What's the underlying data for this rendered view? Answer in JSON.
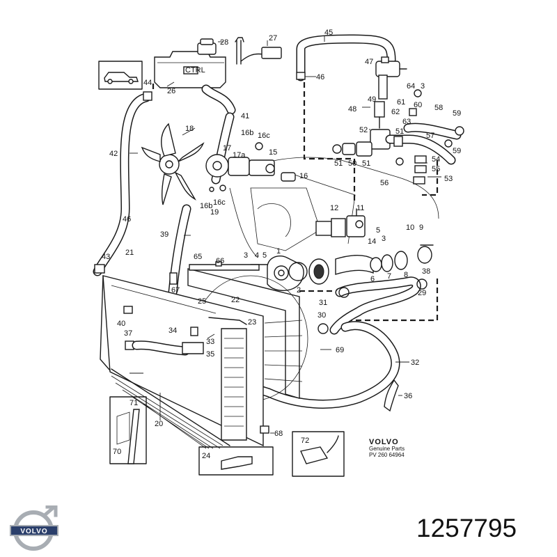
{
  "diagram": {
    "callouts": {
      "c1": "1",
      "c2": "2",
      "c3a": "3",
      "c3b": "3",
      "c3c": "3",
      "c4a": "4",
      "c5a": "5",
      "c5b": "5",
      "c8": "8",
      "c9": "9",
      "c10": "10",
      "c11": "11",
      "c12": "12",
      "c14": "14",
      "c15": "15",
      "c16": "16",
      "c16b": "16b",
      "c16c": "16c",
      "c16c2": "16c",
      "c16b2": "16b",
      "c17": "17",
      "c17a": "17a",
      "c18": "18",
      "c19": "19",
      "c20": "20",
      "c21": "21",
      "c22": "22",
      "c23": "23",
      "c24": "24",
      "c25": "25",
      "c26": "26",
      "c27": "27",
      "c28": "28",
      "c29": "29",
      "c30": "30",
      "c31": "31",
      "c32": "32",
      "c33": "33",
      "c34": "34",
      "c35": "35",
      "c36": "36",
      "c37": "37",
      "c38": "38",
      "c39": "39",
      "c40": "40",
      "c41": "41",
      "c42": "42",
      "c43": "43",
      "c44": "44",
      "c45": "45",
      "c46a": "46",
      "c46b": "46",
      "c47": "47",
      "c48": "48",
      "c49": "49",
      "c50": "50",
      "c51a": "51",
      "c51b": "51",
      "c51c": "51",
      "c52": "52",
      "c53": "53",
      "c54": "54",
      "c55": "55",
      "c56": "56",
      "c57": "57",
      "c58": "58",
      "c59a": "59",
      "c59b": "59",
      "c60": "60",
      "c61": "61",
      "c62": "62",
      "c63": "63",
      "c64": "64",
      "c65": "65",
      "c66": "66",
      "c67": "67",
      "c68": "68",
      "c69": "69",
      "c70": "70",
      "c71": "71",
      "c72": "72",
      "c6": "6",
      "c7": "7"
    },
    "tank_label": "CTRL"
  },
  "genuine": {
    "wordmark": "VOLVO",
    "line1": "Genuine Parts",
    "line2": "PV 260 64964"
  },
  "logo": {
    "wordmark": "VOLVO",
    "icon": "volvo-iron-mark-icon"
  },
  "part_number": "1257795",
  "colors": {
    "ink": "#1a1a1a",
    "logo_blue": "#2b3f6b",
    "logo_silver": "#a8adb3"
  }
}
